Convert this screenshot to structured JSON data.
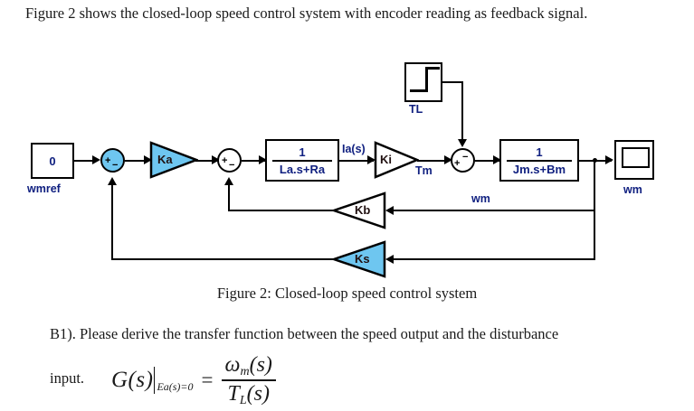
{
  "document": {
    "intro_text": "Figure 2 shows the closed-loop speed control system with encoder reading as feedback signal.",
    "caption": "Figure 2: Closed-loop speed control system",
    "question_text": "B1). Please derive the transfer function between the speed output and the disturbance",
    "equation": {
      "lead_word": "input.",
      "function": "G(s)",
      "condition": "Ea(s)=0",
      "equals": "=",
      "numerator_symbol": "ω",
      "numerator_sub": "m",
      "numerator_arg": "(s)",
      "denominator_symbol": "T",
      "denominator_sub": "L",
      "denominator_arg": "(s)"
    }
  },
  "colors": {
    "block_fill_blue": "#6EC6F0",
    "label_navy": "#102080",
    "line_black": "#000000",
    "background": "#FFFFFF"
  },
  "diagram": {
    "title": "Closed-loop speed control system block diagram",
    "blocks": {
      "constant": {
        "value": "0",
        "label": "wmref",
        "type": "constant-block"
      },
      "sum1": {
        "signs_left": "+",
        "signs_bottom": "−",
        "fill": "blue",
        "type": "summing-junction"
      },
      "gain_ka": {
        "label": "Ka",
        "fill": "blue",
        "direction": "right",
        "type": "gain-triangle"
      },
      "sum2": {
        "signs_left": "+",
        "signs_bottom": "−",
        "fill": "white",
        "type": "summing-junction"
      },
      "tf_armature": {
        "numerator": "1",
        "denominator": "La.s+Ra",
        "type": "transfer-function-block"
      },
      "gain_ki": {
        "label": "Ki",
        "fill": "white",
        "direction": "right",
        "type": "gain-triangle"
      },
      "sum3": {
        "signs_left": "+",
        "signs_top": "−",
        "fill": "white",
        "type": "summing-junction"
      },
      "tf_mechanical": {
        "numerator": "1",
        "denominator": "Jm.s+Bm",
        "type": "transfer-function-block"
      },
      "scope": {
        "label": "wm",
        "type": "scope-block"
      },
      "step_tl": {
        "label": "TL",
        "type": "step-block"
      },
      "gain_kb": {
        "label": "Kb",
        "fill": "white",
        "direction": "left",
        "type": "gain-triangle"
      },
      "gain_ks": {
        "label": "Ks",
        "fill": "blue",
        "direction": "left",
        "type": "gain-triangle"
      }
    },
    "signal_labels": {
      "current": "Ia(s)",
      "torque": "Tm",
      "speed_feedback": "wm"
    }
  }
}
